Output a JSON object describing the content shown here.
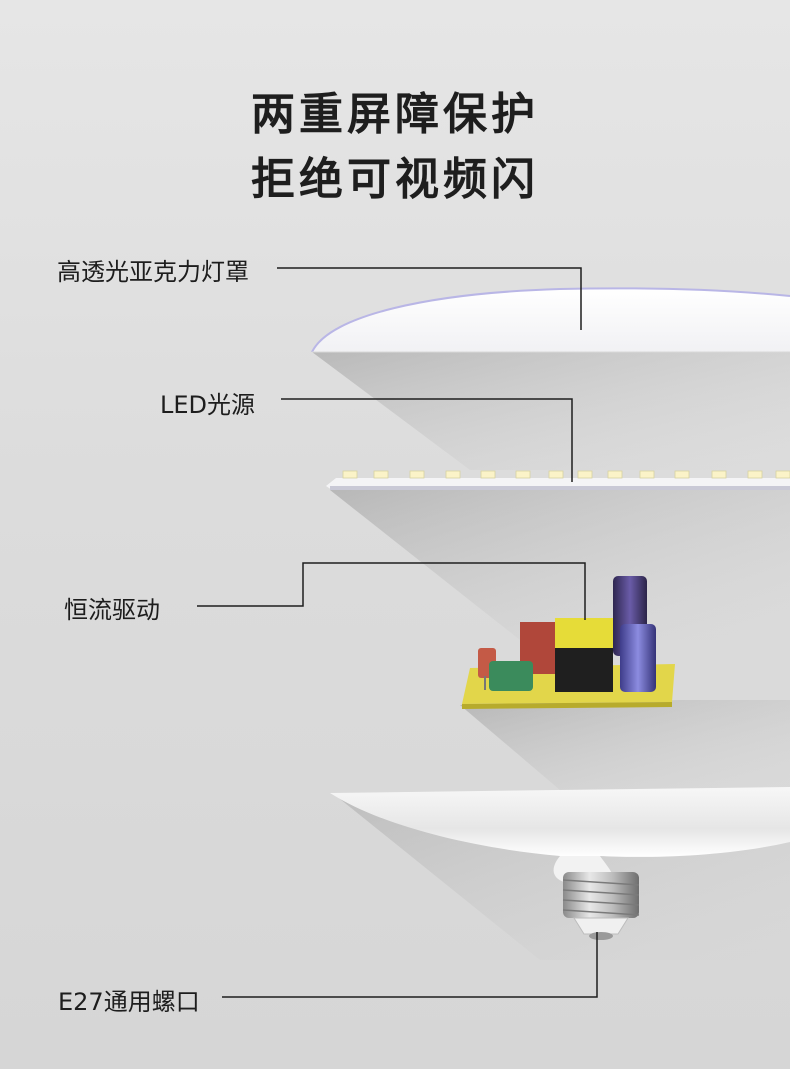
{
  "heading": {
    "line1": "两重屏障保护",
    "line2": "拒绝可视频闪"
  },
  "callouts": {
    "cover": "高透光亚克力灯罩",
    "led": "LED光源",
    "driver": "恒流驱动",
    "base": "E27通用螺口"
  },
  "colors": {
    "background": "#dcdcdc",
    "text": "#1e1e1e",
    "pcb": "#e2d64a",
    "capacitor": "#5a4d8c"
  }
}
